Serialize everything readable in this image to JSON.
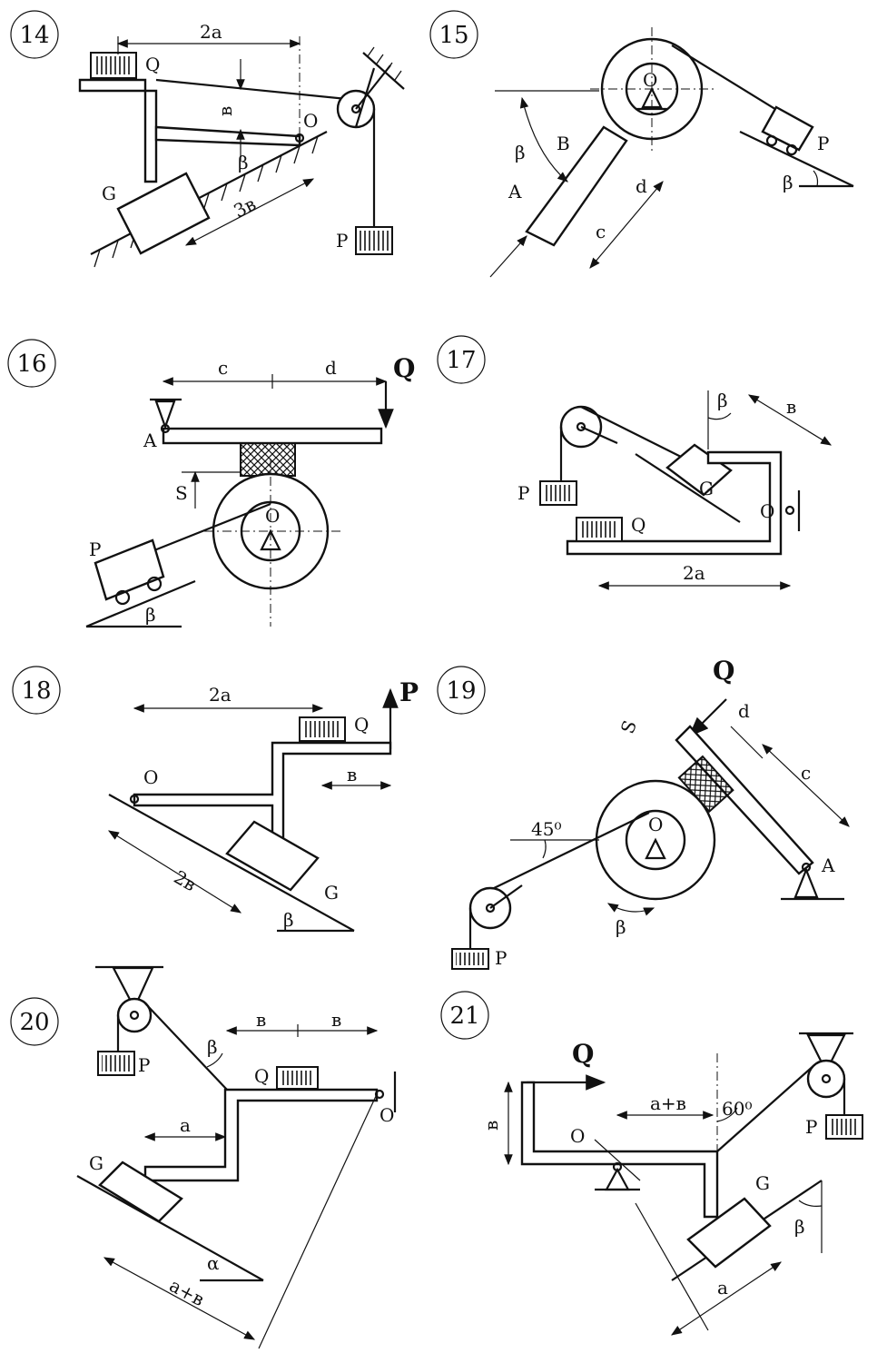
{
  "problems": [
    {
      "number": "14",
      "labels": {
        "Q": "Q",
        "G": "G",
        "O": "O",
        "P": "P",
        "beta": "β",
        "dim_2a": "2a",
        "dim_b": "в",
        "dim_3b": "3в"
      }
    },
    {
      "number": "15",
      "labels": {
        "O": "O",
        "P": "P",
        "A": "A",
        "B": "B",
        "beta1": "β",
        "beta2": "β",
        "c": "c",
        "d": "d"
      }
    },
    {
      "number": "16",
      "labels": {
        "Q": "Q",
        "A": "A",
        "S": "S",
        "O": "O",
        "P": "P",
        "beta": "β",
        "c": "c",
        "d": "d"
      }
    },
    {
      "number": "17",
      "labels": {
        "P": "P",
        "G": "G",
        "Q": "Q",
        "O": "O",
        "beta": "β",
        "dim_b": "в",
        "dim_2a": "2a"
      }
    },
    {
      "number": "18",
      "labels": {
        "P": "P",
        "Q": "Q",
        "O": "O",
        "G": "G",
        "beta": "β",
        "dim_2a": "2a",
        "dim_b": "в",
        "dim_2b": "2в"
      }
    },
    {
      "number": "19",
      "labels": {
        "Q": "Q",
        "S": "S",
        "d": "d",
        "c": "c",
        "O": "O",
        "A": "A",
        "P": "P",
        "angle45": "45⁰",
        "beta": "β"
      }
    },
    {
      "number": "20",
      "labels": {
        "P": "P",
        "Q": "Q",
        "G": "G",
        "O": "O",
        "beta": "β",
        "alpha": "α",
        "a": "a",
        "b1": "в",
        "b2": "в",
        "a_plus_b": "a+в"
      }
    },
    {
      "number": "21",
      "labels": {
        "Q": "Q",
        "O": "O",
        "P": "P",
        "G": "G",
        "b": "в",
        "a_plus_b": "a+в",
        "angle60": "60⁰",
        "beta": "β",
        "a": "a"
      }
    }
  ]
}
